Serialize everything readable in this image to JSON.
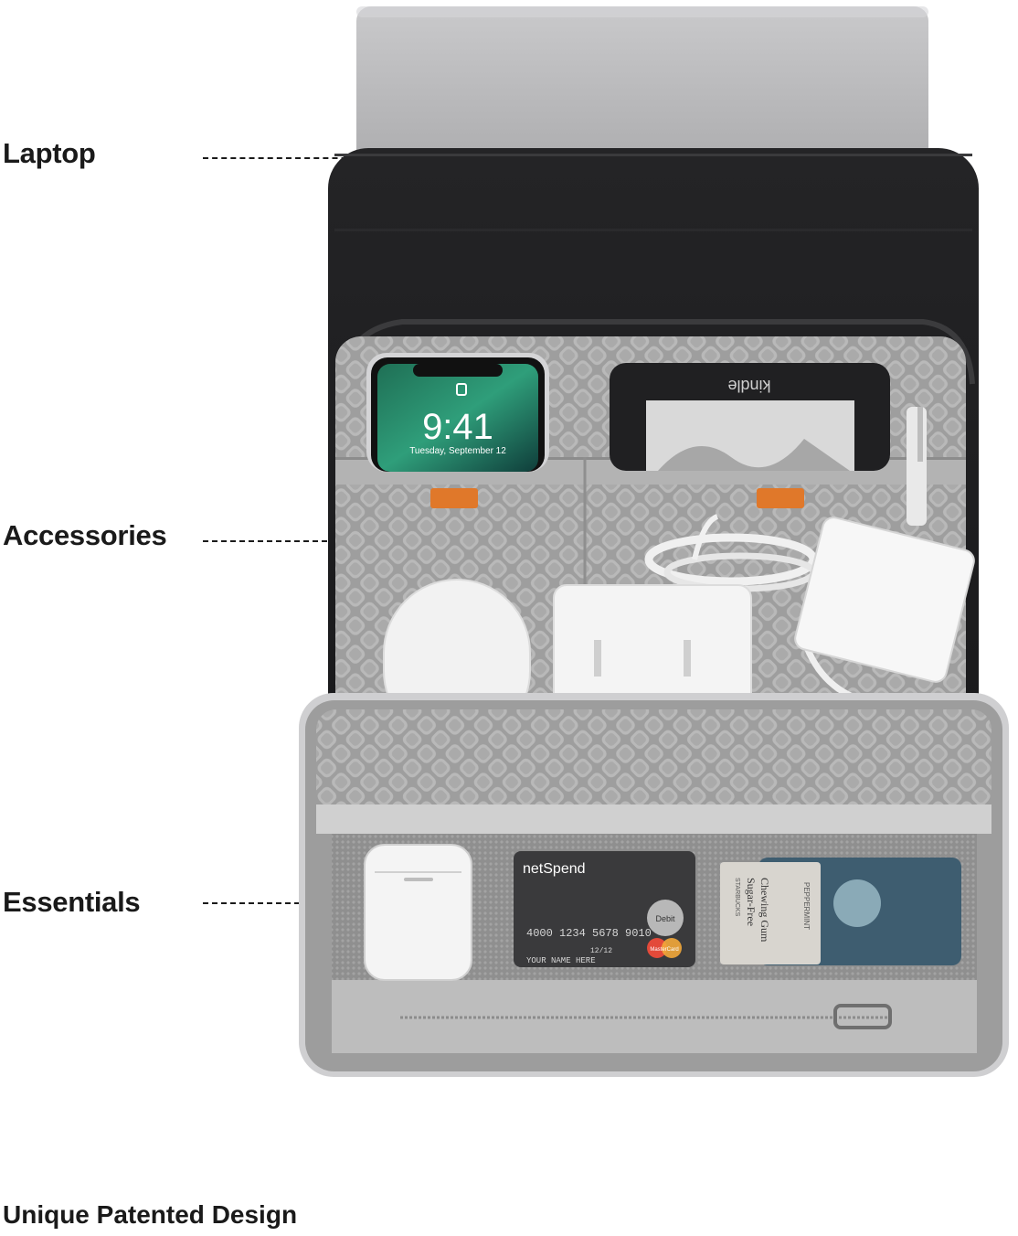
{
  "callouts": [
    {
      "label": "Laptop"
    },
    {
      "label": "Accessories"
    },
    {
      "label": "Essentials"
    }
  ],
  "footer": {
    "title": "Unique Patented Design"
  },
  "phone": {
    "time": "9:41",
    "date": "Tuesday, September 12"
  },
  "ereader": {
    "brand": "kindle"
  },
  "card": {
    "brand": "netSpend",
    "number": "4000 1234 5678 9010",
    "expiry": "12/12",
    "name": "YOUR NAME HERE",
    "badge": "Debit",
    "network": "MasterCard"
  },
  "gum": {
    "brand": "STARBUCKS",
    "line1": "Sugar-Free",
    "line2": "Chewing Gum",
    "flavor": "PEPPERMINT"
  },
  "colors": {
    "sleeve": "#1c1c1e",
    "lining": "#a6a6a6",
    "tab": "#e0782a",
    "accent": "#8a8a8a"
  }
}
